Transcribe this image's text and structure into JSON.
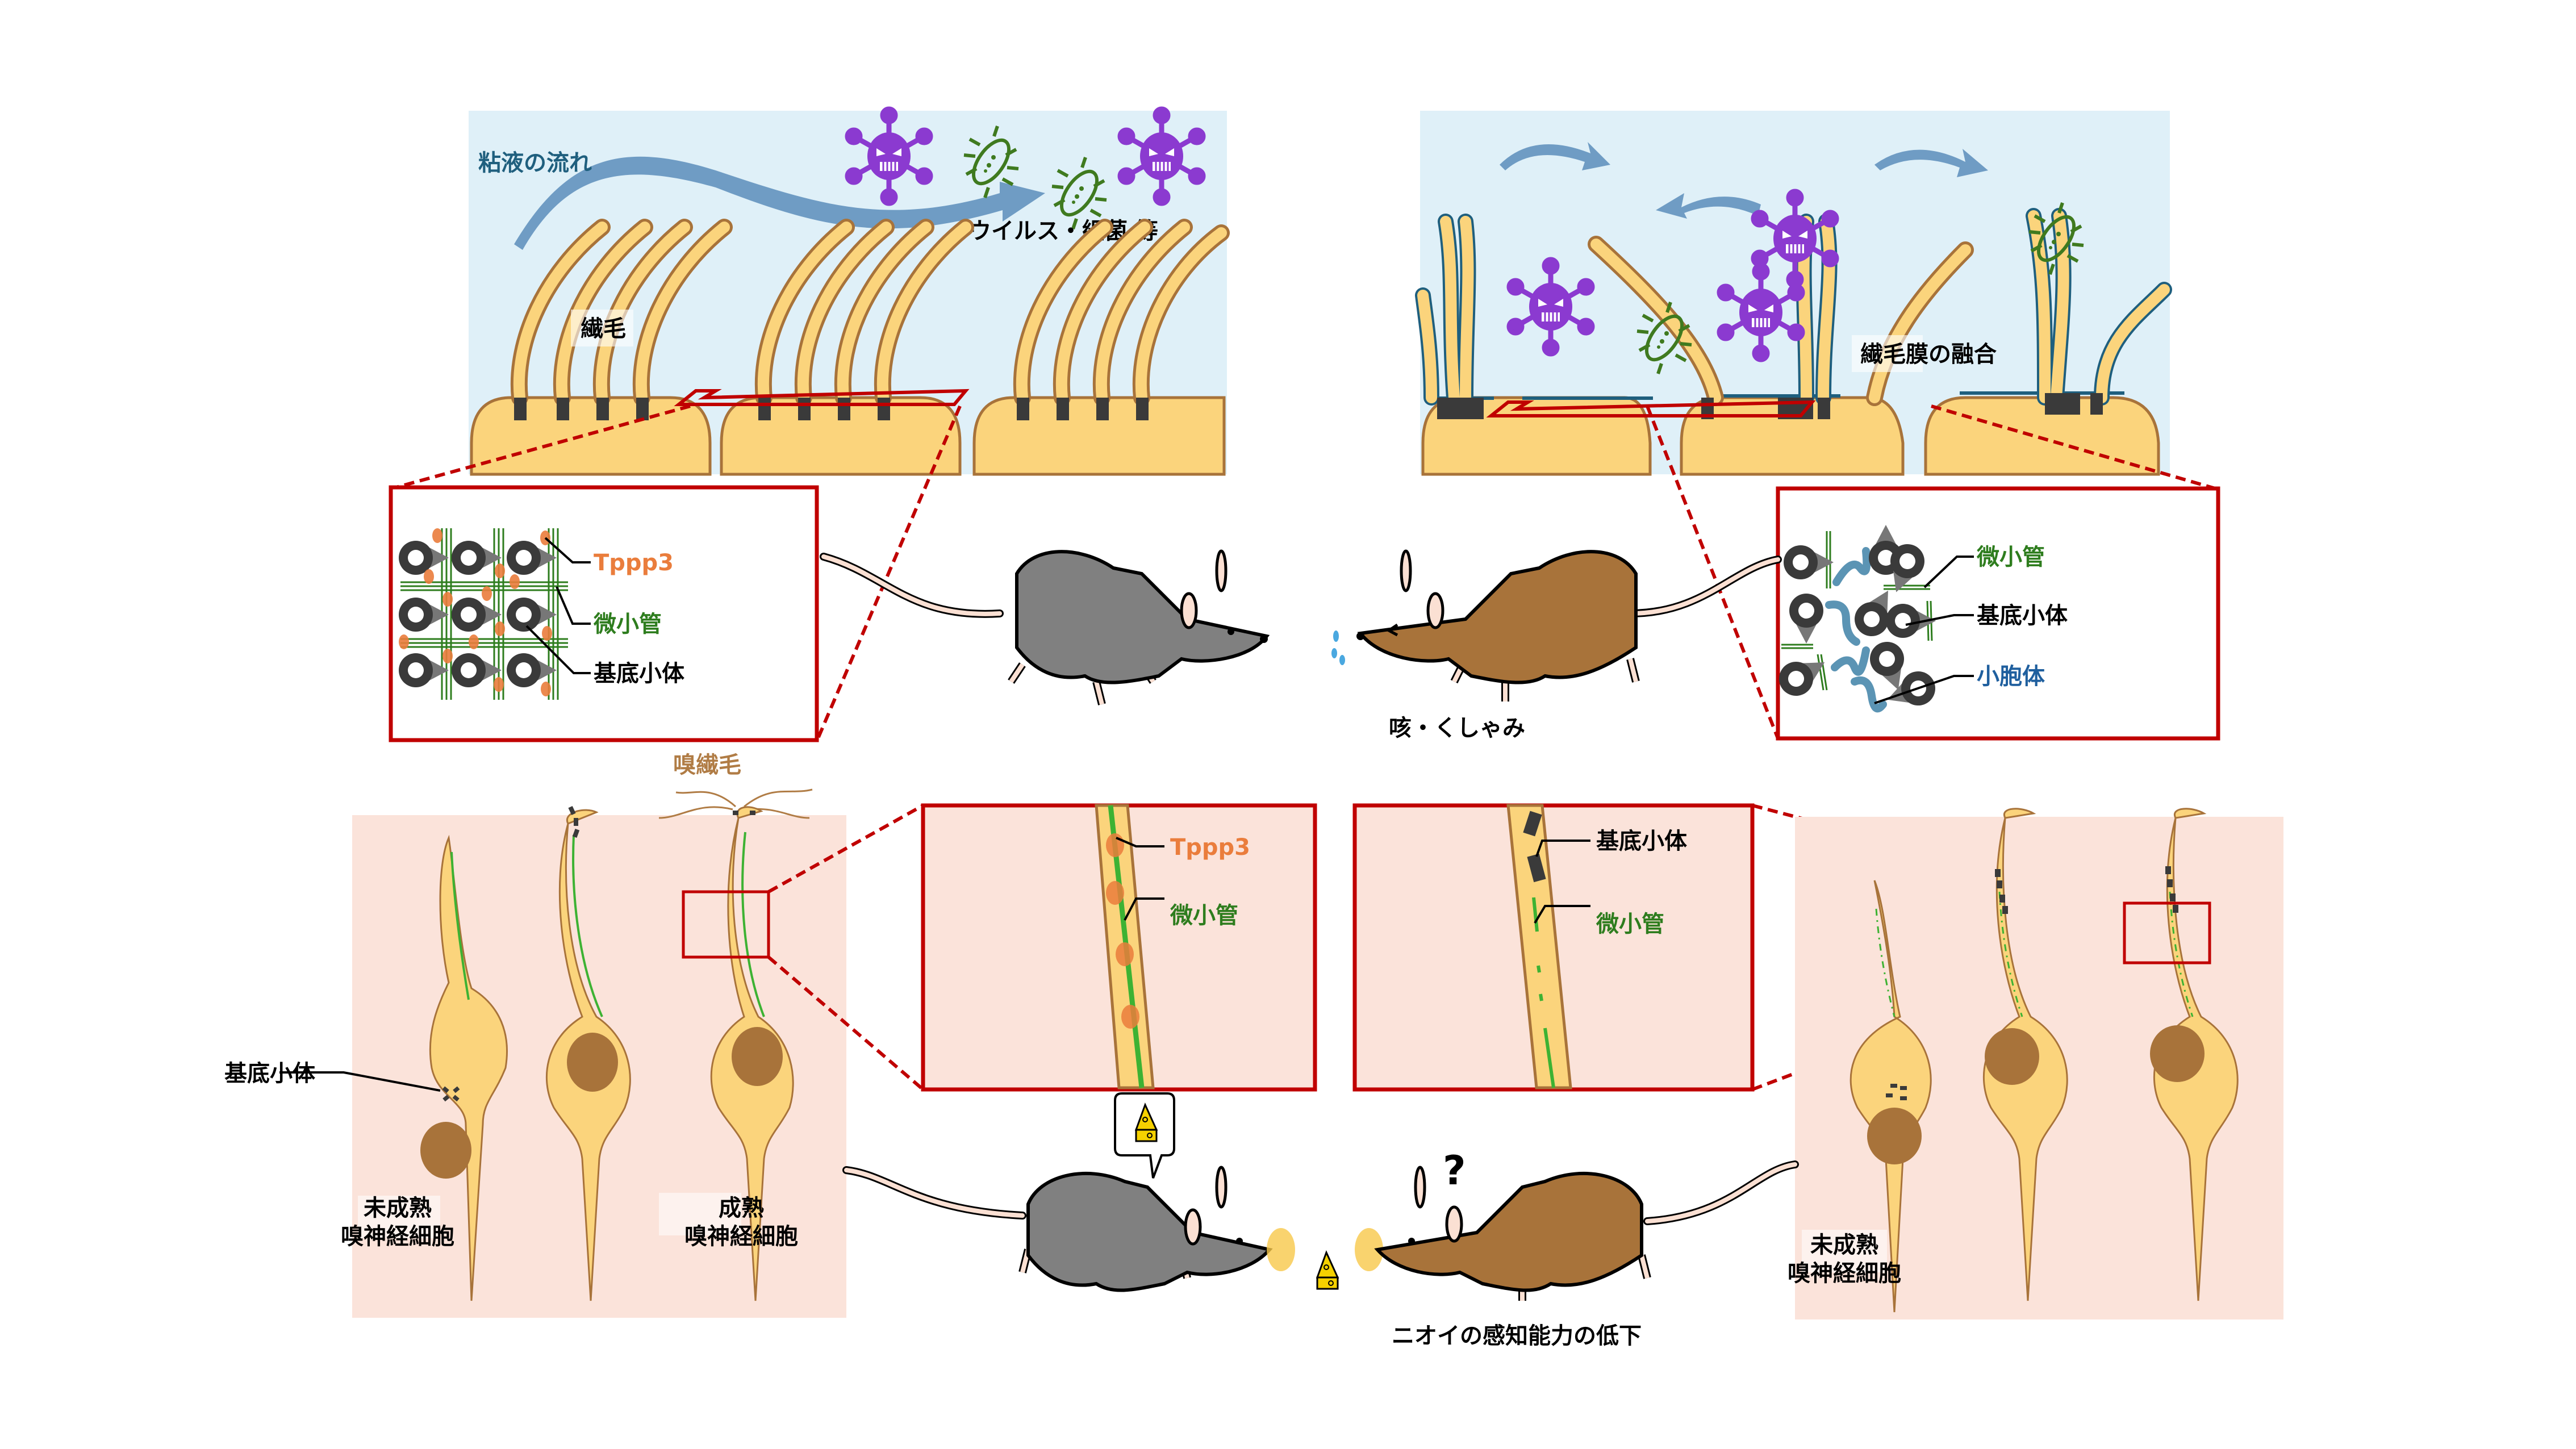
{
  "colors": {
    "mucus_bg": "#dff0f8",
    "cell_fill": "#fbd47c",
    "cell_stroke": "#a8733a",
    "basal_body": "#3a3a3a",
    "flow_arrow": "#6f9cc4",
    "virus": "#8b3ad0",
    "bacteria": "#3f7a1f",
    "zoom_border": "#c00000",
    "tppp3": "#ea7d3c",
    "microtubule": "#2e7d1e",
    "vesicle": "#5b94b4",
    "tissue_bg": "#fbe3da",
    "nucleus": "#a8733a",
    "mouse_wt": "#808080",
    "mouse_ko": "#a8733a",
    "cilia_label": "#b07c45",
    "vesicle_label": "#1f5f9e"
  },
  "top_left": {
    "mucus_flow_label": "粘液の流れ",
    "pathogens_label": "ウイルス・細菌 等",
    "cilia_label": "繊毛"
  },
  "top_right": {
    "membrane_fusion_label": "繊毛膜の融合"
  },
  "inset_left": {
    "tppp3_label": "Tppp3",
    "microtubule_label": "微小管",
    "basal_body_label": "基底小体"
  },
  "inset_right": {
    "microtubule_label": "微小管",
    "basal_body_label": "基底小体",
    "vesicle_label": "小胞体"
  },
  "mice_top": {
    "symptom_label": "咳・くしゃみ"
  },
  "olfactory_left": {
    "olfactory_cilia_label": "嗅繊毛",
    "basal_body_label": "基底小体",
    "immature_label_line1": "未成熟",
    "immature_label_line2": "嗅神経細胞",
    "mature_label_line1": "成熟",
    "mature_label_line2": "嗅神経細胞"
  },
  "zoom_center_left": {
    "tppp3_label": "Tppp3",
    "microtubule_label": "微小管"
  },
  "zoom_center_right": {
    "basal_body_label": "基底小体",
    "microtubule_label": "微小管"
  },
  "olfactory_right": {
    "immature_label_line1": "未成熟",
    "immature_label_line2": "嗅神経細胞"
  },
  "mice_bottom": {
    "question_mark": "?",
    "result_label": "ニオイの感知能力の低下"
  }
}
